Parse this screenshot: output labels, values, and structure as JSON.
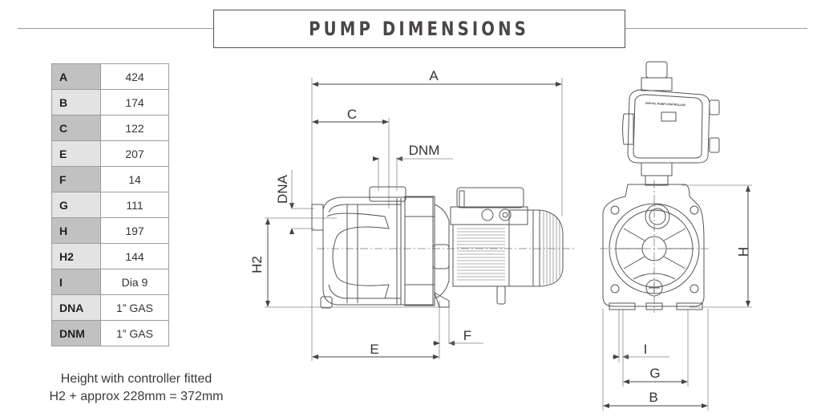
{
  "header": {
    "title": "PUMP DIMENSIONS"
  },
  "dimensions_table": {
    "rows": [
      {
        "key": "A",
        "value": "424"
      },
      {
        "key": "B",
        "value": "174"
      },
      {
        "key": "C",
        "value": "122"
      },
      {
        "key": "E",
        "value": "207"
      },
      {
        "key": "F",
        "value": "14"
      },
      {
        "key": "G",
        "value": "111"
      },
      {
        "key": "H",
        "value": "197"
      },
      {
        "key": "H2",
        "value": "144"
      },
      {
        "key": "I",
        "value": "Dia 9"
      },
      {
        "key": "DNA",
        "value": "1” GAS"
      },
      {
        "key": "DNM",
        "value": "1” GAS"
      }
    ]
  },
  "note": {
    "line1": "Height with controller fitted",
    "line2": "H2 + approx 228mm = 372mm"
  },
  "side_view_labels": {
    "A": "A",
    "C": "C",
    "DNM": "DNM",
    "DNA": "DNA",
    "H2": "H2",
    "E": "E",
    "F": "F"
  },
  "front_view_labels": {
    "H": "H",
    "I": "I",
    "G": "G",
    "B": "B"
  },
  "controller": {
    "label": "DIGITAL PUMP CONTROLLER"
  }
}
